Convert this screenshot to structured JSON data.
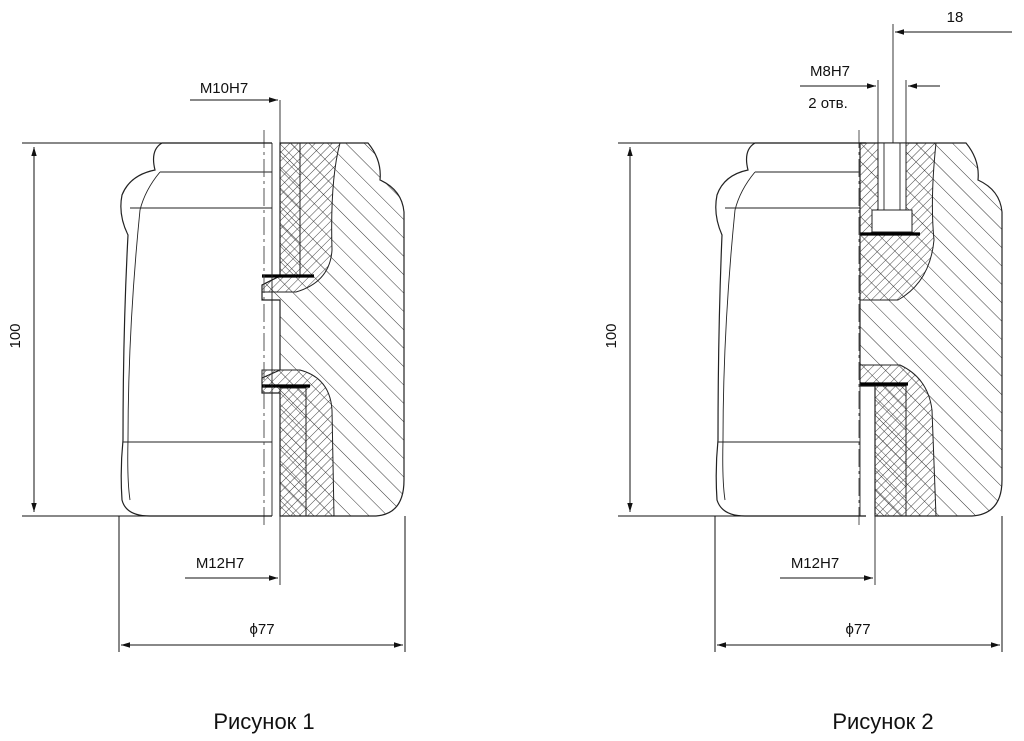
{
  "figures": [
    {
      "caption": "Рисунок 1",
      "height_label": "100",
      "diameter_label": "ϕ77",
      "top_thread_label": "M10H7",
      "bottom_thread_label": "M12H7"
    },
    {
      "caption": "Рисунок 2",
      "height_label": "100",
      "diameter_label": "ϕ77",
      "top_thread_label": "M8H7",
      "top_thread_count_label": "2 отв.",
      "spacing_label": "18",
      "bottom_thread_label": "M12H7"
    }
  ]
}
